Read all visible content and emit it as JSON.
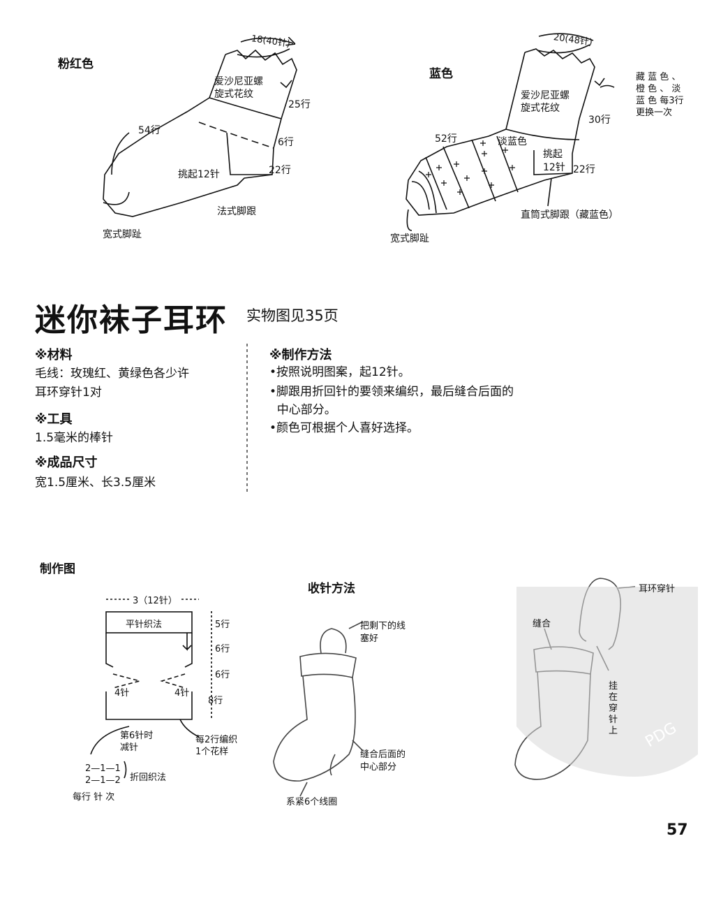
{
  "top_diagrams": {
    "pink": {
      "title": "粉红色",
      "circ": "18(40针)",
      "pattern": "爱沙尼亚螺\n旋式花纹",
      "rows_cuff": "25行",
      "rows_leg": "54行",
      "rows_heel_a": "6行",
      "pickup": "挑起12针",
      "rows_heel_b": "22行",
      "heel": "法式脚跟",
      "toe": "宽式脚趾"
    },
    "blue": {
      "title": "蓝色",
      "circ": "20(48针)",
      "pattern": "爱沙尼亚螺\n旋式花纹",
      "rows_cuff": "30行",
      "note": "藏 蓝 色 、\n橙 色 、 淡\n蓝 色 每3行\n更换一次",
      "rows_leg": "52行",
      "light_blue": "淡蓝色",
      "pickup": "挑起\n12针",
      "rows_heel": "22行",
      "heel": "直筒式脚跟（藏蓝色）",
      "toe": "宽式脚趾"
    }
  },
  "title": "迷你袜子耳环",
  "page_ref": "实物图见35页",
  "materials": {
    "heading": "※材料",
    "lines": [
      "毛线：玫瑰红、黄绿色各少许",
      "耳环穿针1对"
    ]
  },
  "tools": {
    "heading": "※工具",
    "lines": [
      "1.5毫米的棒针"
    ]
  },
  "size": {
    "heading": "※成品尺寸",
    "lines": [
      "宽1.5厘米、长3.5厘米"
    ]
  },
  "method": {
    "heading": "※制作方法",
    "lines": [
      "•按照说明图案，起12针。",
      "•脚跟用折回针的要领来编织，最后缝合后面的",
      "  中心部分。",
      "•颜色可根据个人喜好选择。"
    ]
  },
  "chart": {
    "heading": "制作图",
    "width_label": "3（12针）",
    "stitch": "平针织法",
    "rows": [
      "5行",
      "6行",
      "6行",
      "8行"
    ],
    "left_dec": "4针",
    "right_dec": "4针",
    "dec_note": "第6针时\n减针",
    "pattern_note": "每2行编织\n1个花样",
    "turn_rows": [
      "2—1—1",
      "2—1—2"
    ],
    "turn_label": "折回织法",
    "legend": "每行 针 次"
  },
  "finish": {
    "heading": "收针方法",
    "stuff": "把剩下的线\n塞好",
    "seam": "缝合后面的\n中心部分",
    "tie": "系紧6个线圈"
  },
  "earring": {
    "hook": "耳环穿针",
    "sew": "缝合",
    "hang": "挂\n在\n穿\n针\n上"
  },
  "watermark": "PDG",
  "page_number": "57"
}
